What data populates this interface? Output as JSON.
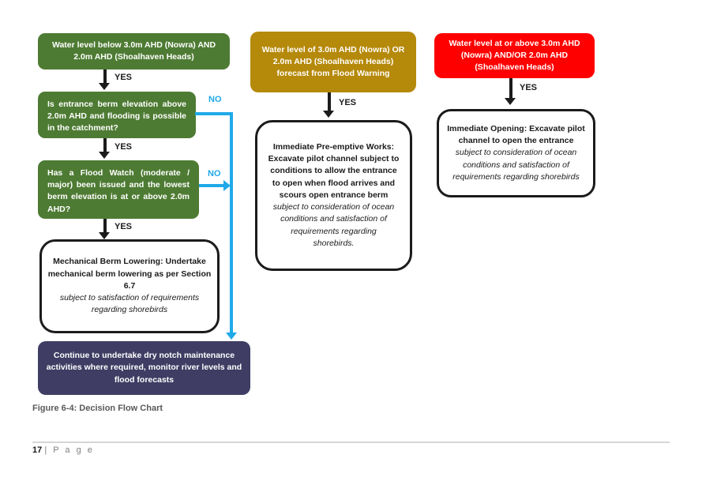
{
  "figure": {
    "caption": "Figure 6-4: Decision Flow Chart"
  },
  "footer": {
    "page_number": "17",
    "page_label": "| P a g e"
  },
  "colors": {
    "condition_green": "#4E7B33",
    "warning_gold": "#B5890A",
    "alert_red": "#FE0000",
    "continue_navy": "#3F3D63",
    "no_path_cyan": "#1FA9E8",
    "arrow_black": "#1B1B1B"
  },
  "labels": {
    "yes": "YES",
    "no": "NO"
  },
  "nodes": {
    "left_start": "Water level below 3.0m AHD (Nowra) AND\n2.0m AHD (Shoalhaven Heads)",
    "left_q1": "Is entrance berm elevation above 2.0m AHD and flooding is possible in the catchment?",
    "left_q2": "Has a Flood Watch (moderate / major) been issued and the lowest berm elevation is at or above 2.0m AHD?",
    "left_action_bold": "Mechanical Berm Lowering: Undertake\nmechanical berm lowering as per Section\n6.7",
    "left_action_italic": "subject to satisfaction of requirements\nregarding shorebirds",
    "left_end": "Continue to undertake dry notch maintenance\nactivities where required, monitor river levels and\nflood forecasts",
    "mid_start": "Water level of 3.0m AHD (Nowra) OR\n2.0m AHD (Shoalhaven Heads)\nforecast from Flood Warning",
    "mid_action_bold": "Immediate Pre-emptive Works:\nExcavate pilot channel subject to\nconditions to allow the entrance\nto open when flood arrives and\nscours open entrance berm",
    "mid_action_italic": "subject to consideration of ocean\nconditions and satisfaction of\nrequirements regarding\nshorebirds.",
    "right_start": "Water level at or above 3.0m AHD\n(Nowra) AND/OR 2.0m AHD\n(Shoalhaven Heads)",
    "right_action_bold": "Immediate Opening: Excavate pilot\nchannel to open the entrance",
    "right_action_italic": "subject to consideration of ocean\nconditions and satisfaction of\nrequirements regarding shorebirds"
  }
}
